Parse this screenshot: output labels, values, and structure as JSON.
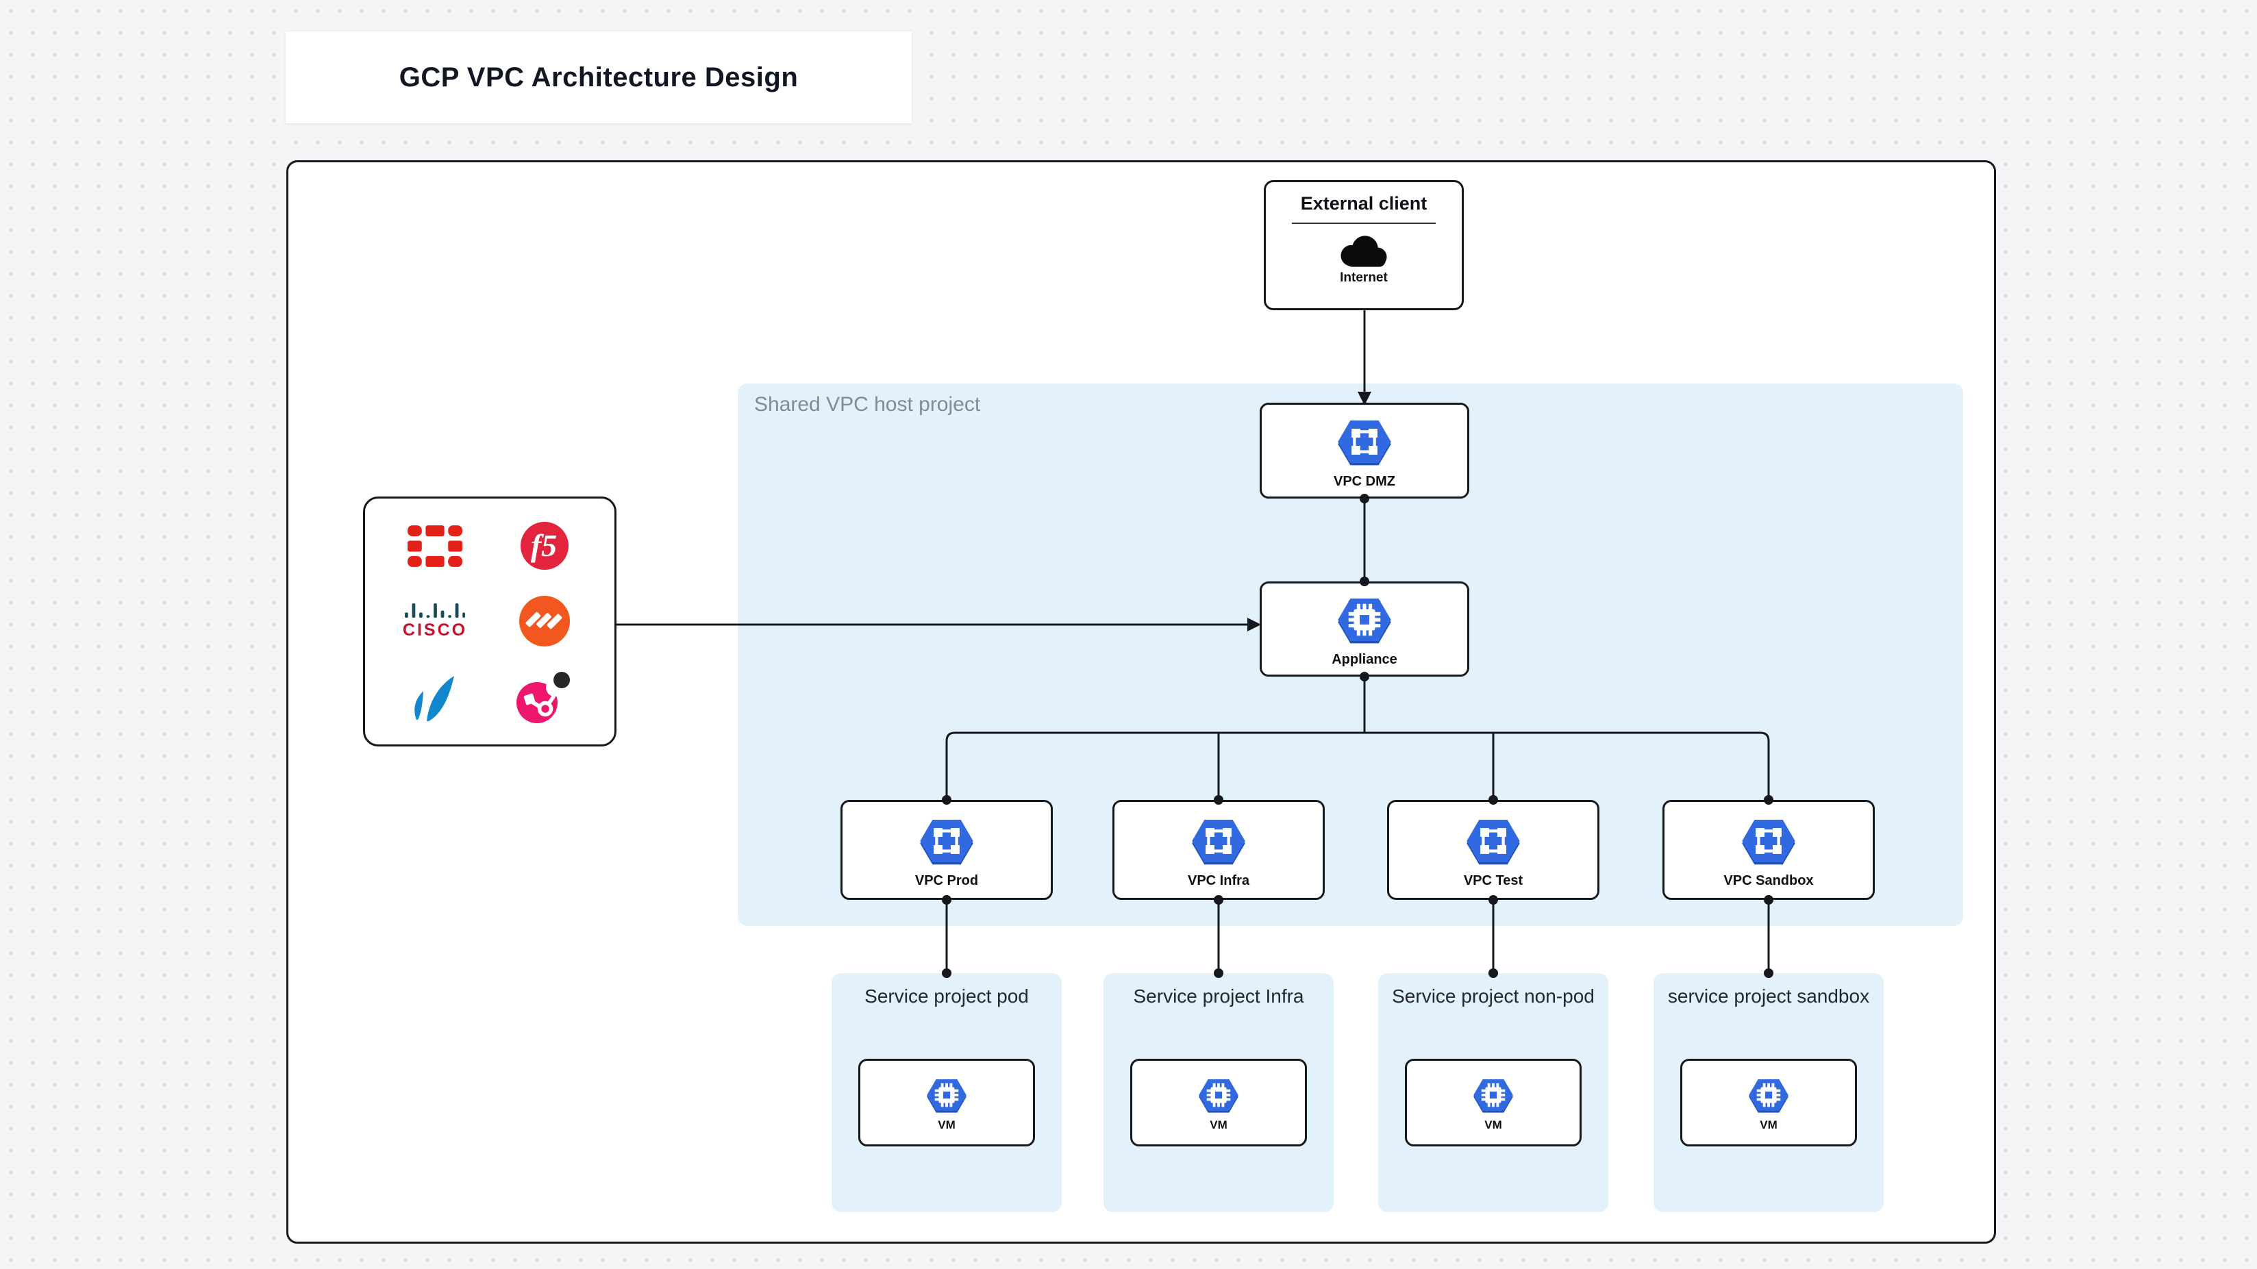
{
  "page": {
    "title": "GCP VPC Architecture Design"
  },
  "external_client": {
    "title": "External client",
    "icon": "cloud-icon",
    "icon_label": "Internet"
  },
  "shared_vpc": {
    "label": "Shared VPC host project",
    "dmz": {
      "label": "VPC DMZ",
      "icon": "gcp-vpc-icon"
    },
    "appliance": {
      "label": "Appliance",
      "icon": "gcp-compute-engine-icon"
    },
    "vpcs": [
      {
        "label": "VPC Prod",
        "icon": "gcp-vpc-icon"
      },
      {
        "label": "VPC Infra",
        "icon": "gcp-vpc-icon"
      },
      {
        "label": "VPC Test",
        "icon": "gcp-vpc-icon"
      },
      {
        "label": "VPC Sandbox",
        "icon": "gcp-vpc-icon"
      }
    ]
  },
  "vendors": {
    "logos": [
      {
        "icon": "fortinet-logo"
      },
      {
        "icon": "f5-logo",
        "text": "f5"
      },
      {
        "icon": "cisco-logo",
        "text": "CISCO"
      },
      {
        "icon": "palo-alto-networks-logo"
      },
      {
        "icon": "barracuda-logo"
      },
      {
        "icon": "aviatrix-logo"
      }
    ]
  },
  "service_projects": [
    {
      "title": "Service project pod",
      "vm_label": "VM",
      "vm_icon": "gcp-compute-engine-icon"
    },
    {
      "title": "Service project Infra",
      "vm_label": "VM",
      "vm_icon": "gcp-compute-engine-icon"
    },
    {
      "title": "Service project non-pod",
      "vm_label": "VM",
      "vm_icon": "gcp-compute-engine-icon"
    },
    {
      "title": "service project sandbox",
      "vm_label": "VM",
      "vm_icon": "gcp-compute-engine-icon"
    }
  ],
  "colors": {
    "page_bg": "#f4f5f6",
    "zone_blue": "#e3f1fb",
    "border_black": "#15181c",
    "gcp_icon_blue": "#3069e0",
    "gcp_icon_blue_dark": "#2050b8",
    "zone_label_gray": "#828b95",
    "fortinet_red": "#e32119",
    "f5_red": "#e2243c",
    "cisco_teal": "#134f5c",
    "cisco_red": "#c8102e",
    "palo_alto_orange": "#f2571f",
    "barracuda_blue": "#1287cc",
    "aviatrix_pink": "#ee176d"
  }
}
